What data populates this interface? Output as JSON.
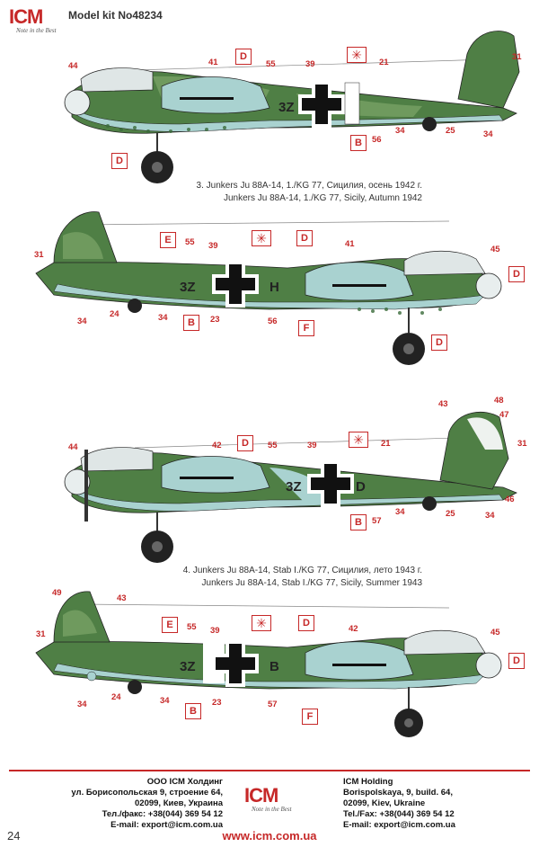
{
  "header": {
    "logo": "ICM",
    "logo_tagline": "Note in the Best",
    "model_kit": "Model kit No48234"
  },
  "colors": {
    "accent": "#c62828",
    "dark_green": "#3f6b3a",
    "mid_green": "#5a8c4c",
    "light_blue": "#a9d2d0",
    "black": "#111111"
  },
  "profiles": [
    {
      "id": "p1",
      "fuselage_code": "3Z",
      "markers": [
        "44",
        "41",
        "55",
        "39",
        "21",
        "31",
        "25",
        "34",
        "56",
        "34"
      ],
      "letters": [
        "D",
        "D",
        "B"
      ]
    },
    {
      "id": "p2",
      "fuselage_code": "3Z",
      "fuselage_code_suffix": "H",
      "markers": [
        "31",
        "55",
        "39",
        "41",
        "45",
        "34",
        "24",
        "34",
        "23",
        "56"
      ],
      "letters": [
        "E",
        "D",
        "D",
        "B",
        "F",
        "D"
      ]
    },
    {
      "id": "p3",
      "fuselage_code": "3Z",
      "fuselage_code_suffix": "D",
      "markers": [
        "44",
        "42",
        "55",
        "39",
        "21",
        "43",
        "48",
        "47",
        "31",
        "46",
        "57",
        "34",
        "25",
        "34"
      ],
      "letters": [
        "D",
        "B"
      ]
    },
    {
      "id": "p4",
      "fuselage_code": "3Z",
      "fuselage_code_suffix": "B",
      "markers": [
        "49",
        "43",
        "31",
        "55",
        "39",
        "42",
        "45",
        "34",
        "24",
        "34",
        "23",
        "57"
      ],
      "letters": [
        "E",
        "D",
        "D",
        "B",
        "F"
      ]
    }
  ],
  "captions": {
    "c3_ru": "3. Junkers Ju 88A-14, 1./KG 77, Сицилия, осень 1942 г.",
    "c3_en": "Junkers Ju 88A-14, 1./KG 77, Sicily, Autumn 1942",
    "c4_ru": "4. Junkers Ju 88A-14, Stab I./KG 77, Сицилия, лето 1943 г.",
    "c4_en": "Junkers Ju 88A-14, Stab I./KG 77, Sicily, Summer 1943"
  },
  "footer": {
    "page_number": "24",
    "ru_lines": [
      "ООО ICM Холдинг",
      "ул. Борисопольская 9, строение 64,",
      "02099, Киев, Украина",
      "Тел./факс: +38(044) 369 54 12",
      "E-mail: export@icm.com.ua"
    ],
    "en_lines": [
      "ICM Holding",
      "Borispolskaya, 9, build. 64,",
      "02099, Kiev, Ukraine",
      "Tel./Fax: +38(044) 369 54 12",
      "E-mail: export@icm.com.ua"
    ],
    "website": "www.icm.com.ua"
  }
}
